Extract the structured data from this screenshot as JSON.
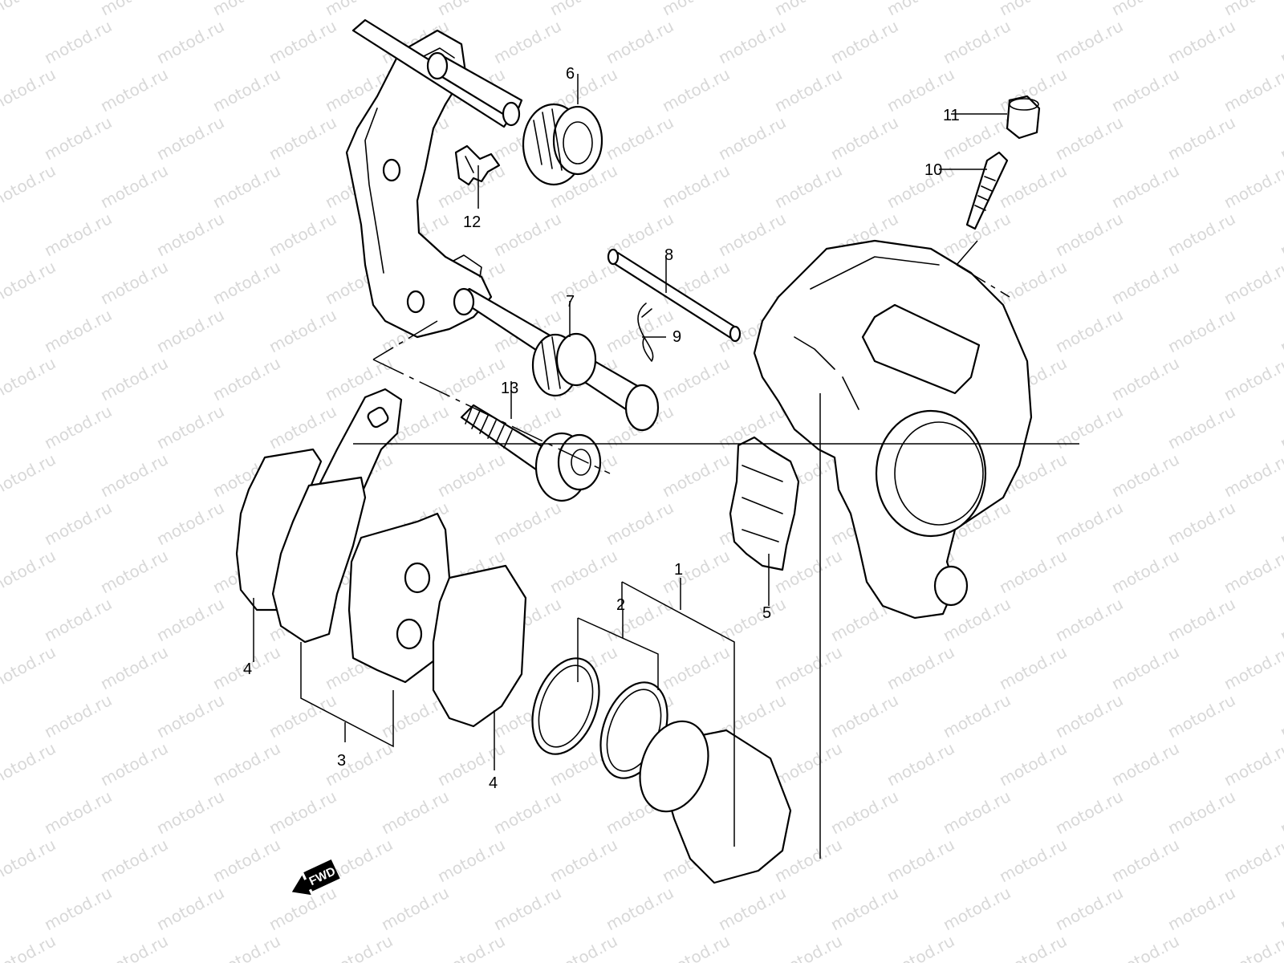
{
  "watermark": {
    "text": "motod.ru"
  },
  "callouts": [
    {
      "id": "c1",
      "label": "1"
    },
    {
      "id": "c2",
      "label": "2"
    },
    {
      "id": "c3",
      "label": "3"
    },
    {
      "id": "c4a",
      "label": "4"
    },
    {
      "id": "c4b",
      "label": "4"
    },
    {
      "id": "c5",
      "label": "5"
    },
    {
      "id": "c6",
      "label": "6"
    },
    {
      "id": "c7",
      "label": "7"
    },
    {
      "id": "c8",
      "label": "8"
    },
    {
      "id": "c9",
      "label": "9"
    },
    {
      "id": "c10",
      "label": "10"
    },
    {
      "id": "c11",
      "label": "11"
    },
    {
      "id": "c12",
      "label": "12"
    },
    {
      "id": "c13",
      "label": "13"
    }
  ],
  "direction_badge": {
    "text": "FWD"
  }
}
